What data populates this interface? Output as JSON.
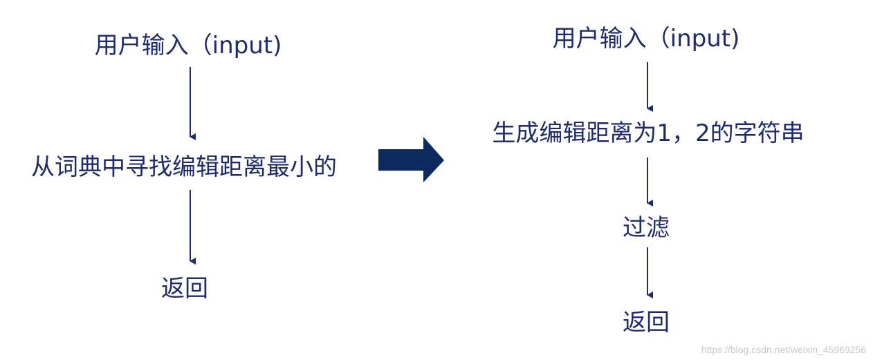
{
  "left_flow": {
    "step1": "用户输入（input)",
    "step2": "从词典中寻找编辑距离最小的",
    "step3": "返回"
  },
  "right_flow": {
    "step1": "用户输入（input)",
    "step2": "生成编辑距离为1，2的字符串",
    "step3": "过滤",
    "step4": "返回"
  },
  "watermark": "https://blog.csdn.net/weixin_45969256",
  "colors": {
    "text": "#1f2a6b",
    "arrow": "#1f2a6b",
    "big_arrow": "#0d2a5e"
  }
}
